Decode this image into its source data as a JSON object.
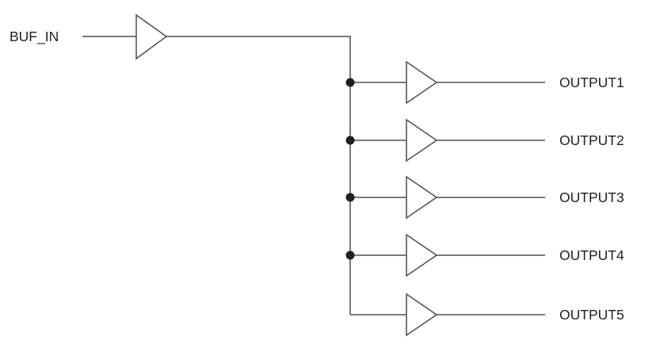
{
  "diagram": {
    "type": "clock-buffer-fanout-schematic",
    "input": {
      "label": "BUF_IN"
    },
    "buffer_symbol_count": 6,
    "outputs": [
      {
        "label": "OUTPUT1",
        "junction_dot": true
      },
      {
        "label": "OUTPUT2",
        "junction_dot": true
      },
      {
        "label": "OUTPUT3",
        "junction_dot": true
      },
      {
        "label": "OUTPUT4",
        "junction_dot": true
      },
      {
        "label": "OUTPUT5",
        "junction_dot": false
      }
    ],
    "colors": {
      "background": "#ffffff",
      "line": "#4d4e50",
      "text": "#231f20",
      "dot": "#231f20"
    }
  }
}
